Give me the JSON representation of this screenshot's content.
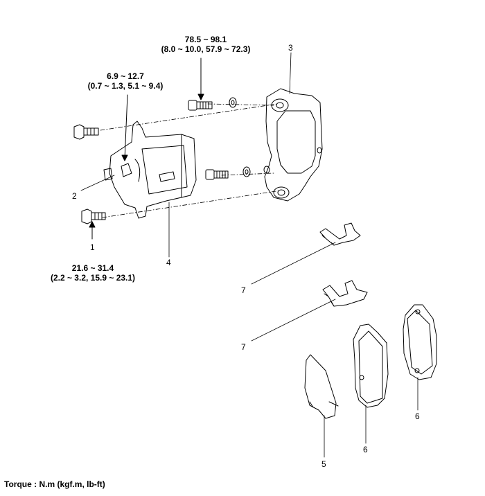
{
  "torque_top": {
    "line1": "78.5 ~ 98.1",
    "line2": "(8.0 ~ 10.0, 57.9 ~ 72.3)"
  },
  "torque_mid": {
    "line1": "6.9 ~ 12.7",
    "line2": "(0.7 ~ 1.3, 5.1 ~ 9.4)"
  },
  "torque_bottom": {
    "line1": "21.6 ~ 31.4",
    "line2": "(2.2 ~ 3.2, 15.9 ~ 23.1)"
  },
  "callouts": {
    "c1": "1",
    "c2": "2",
    "c3": "3",
    "c4": "4",
    "c5": "5",
    "c6a": "6",
    "c6b": "6",
    "c7a": "7",
    "c7b": "7"
  },
  "footer": "Torque : N.m (kgf.m, lb-ft)"
}
